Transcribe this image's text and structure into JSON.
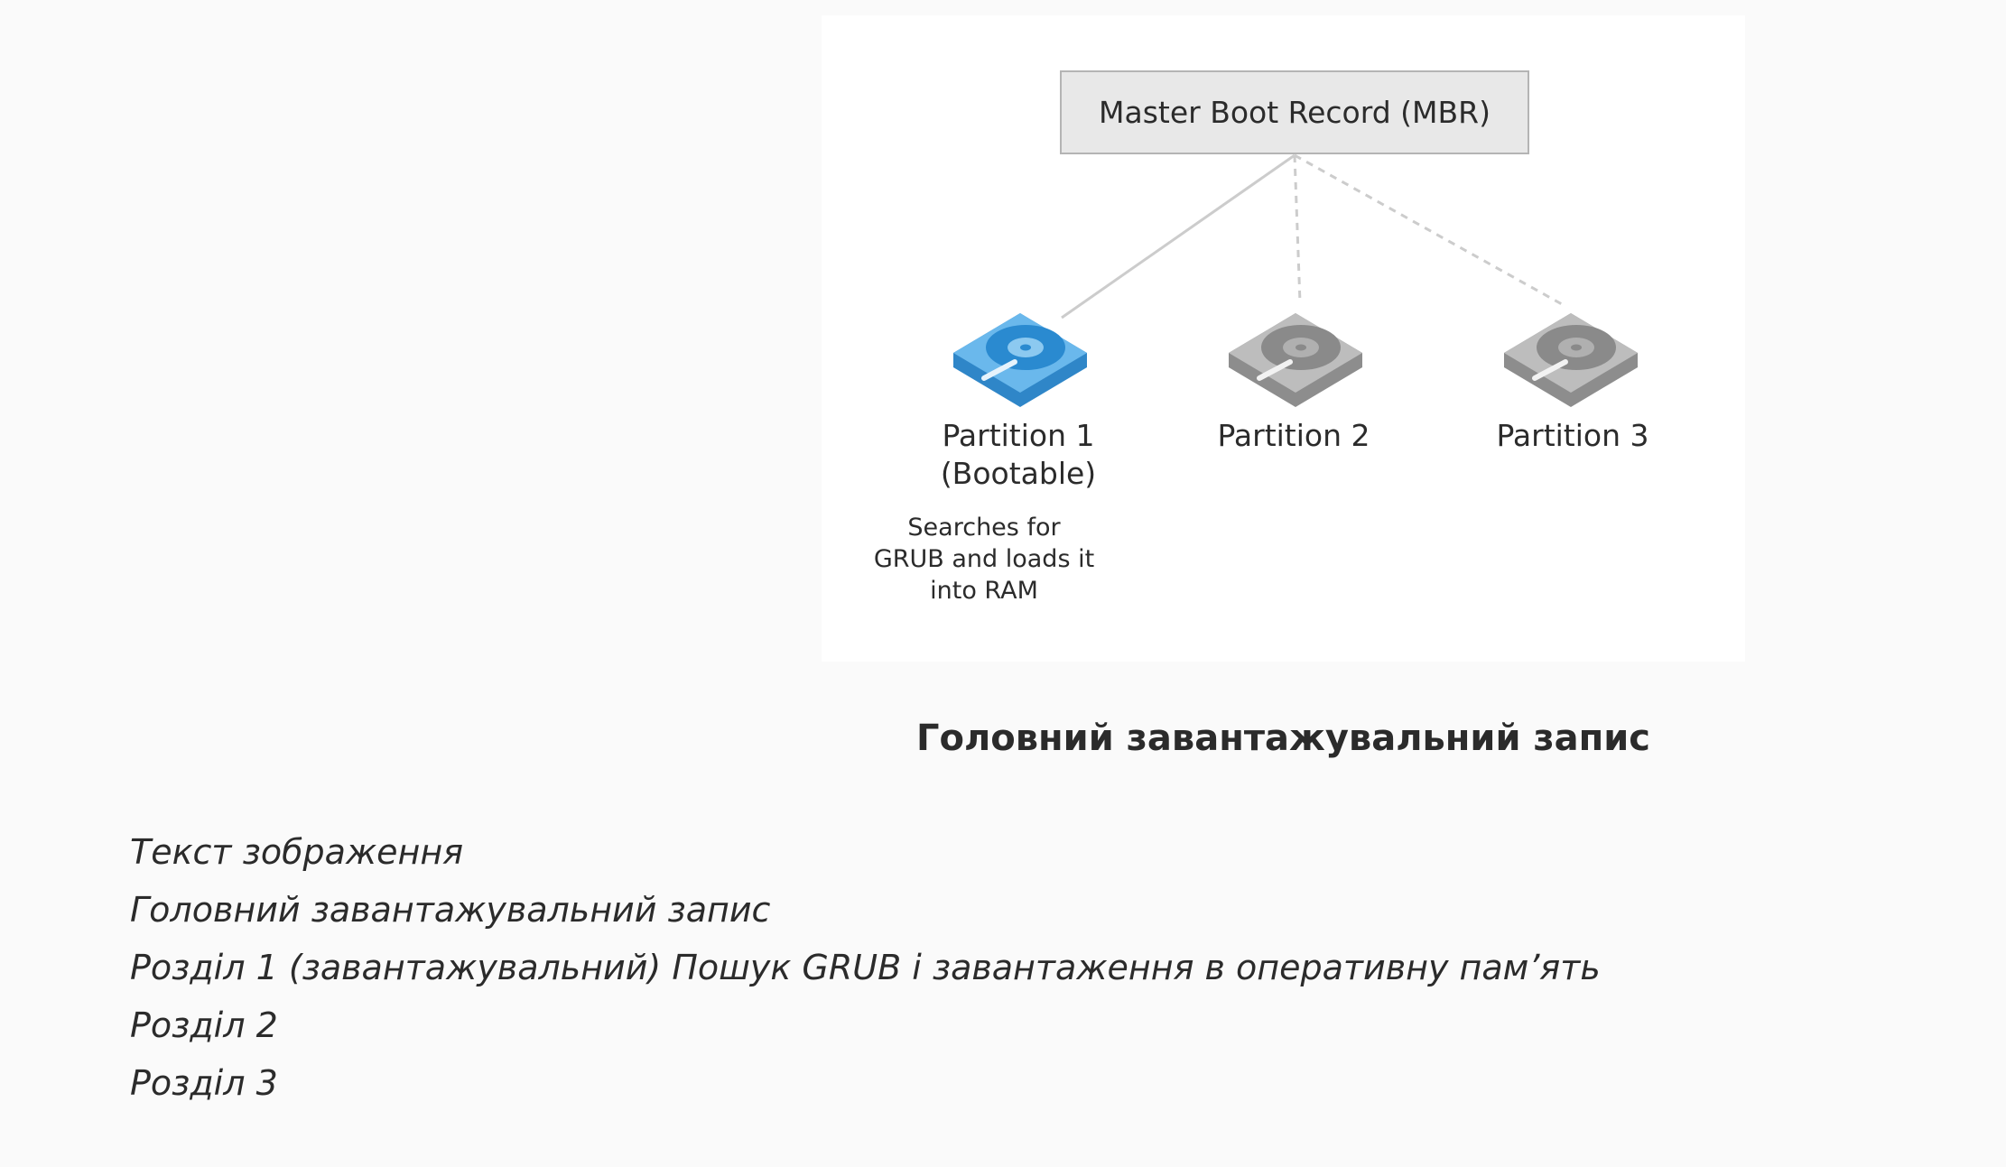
{
  "diagram": {
    "root": {
      "label": "Master Boot Record (MBR)"
    },
    "partitions": [
      {
        "label_line1": "Partition 1",
        "label_line2": "(Bootable)",
        "note": [
          "Searches for",
          "GRUB and loads it",
          "into RAM"
        ],
        "bootable": true
      },
      {
        "label_line1": "Partition 2",
        "bootable": false
      },
      {
        "label_line1": "Partition 3",
        "bootable": false
      }
    ],
    "colors": {
      "bootable_disk": "#4aa3df",
      "inactive_disk": "#9a9a9a",
      "connector": "#cccccc",
      "mbr_fill": "#e8e8e8"
    }
  },
  "caption": "Головний завантажувальний запис",
  "alt_text": [
    "Текст зображення",
    "Головний завантажувальний запис",
    "Розділ 1 (завантажувальний) Пошук GRUB і завантаження в оперативну пам’ять",
    "Розділ 2",
    "Розділ 3"
  ]
}
